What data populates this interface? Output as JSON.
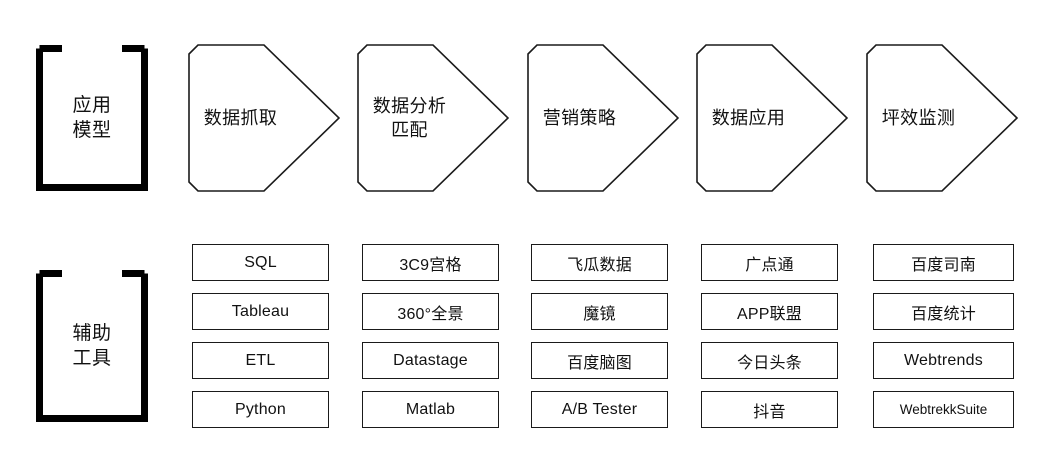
{
  "diagram": {
    "title": "应用模型与辅助工具流程图",
    "stroke_color": "#1a1a1a",
    "bracket_color": "#000000",
    "background": "#ffffff"
  },
  "rows": [
    {
      "id": "application-model",
      "bracket_label_line1": "应用",
      "bracket_label_line2": "模型"
    },
    {
      "id": "support-tools",
      "bracket_label_line1": "辅助",
      "bracket_label_line2": "工具"
    }
  ],
  "stages": [
    {
      "id": "stage-1",
      "line1": "数据抓取",
      "line2": ""
    },
    {
      "id": "stage-2",
      "line1": "数据分析",
      "line2": "匹配"
    },
    {
      "id": "stage-3",
      "line1": "营销策略",
      "line2": ""
    },
    {
      "id": "stage-4",
      "line1": "数据应用",
      "line2": ""
    },
    {
      "id": "stage-5",
      "line1": "坪效监测",
      "line2": ""
    }
  ],
  "tool_columns": [
    {
      "id": "tools-col-1",
      "items": [
        "SQL",
        "Tableau",
        "ETL",
        "Python"
      ]
    },
    {
      "id": "tools-col-2",
      "items": [
        "3C9宫格",
        "360°全景",
        "Datastage",
        "Matlab"
      ]
    },
    {
      "id": "tools-col-3",
      "items": [
        "飞瓜数据",
        "魔镜",
        "百度脑图",
        "A/B Tester"
      ]
    },
    {
      "id": "tools-col-4",
      "items": [
        "广点通",
        "APP联盟",
        "今日头条",
        "抖音"
      ]
    },
    {
      "id": "tools-col-5",
      "items": [
        "百度司南",
        "百度统计",
        "Webtrends",
        "WebtrekkSuite"
      ]
    }
  ]
}
